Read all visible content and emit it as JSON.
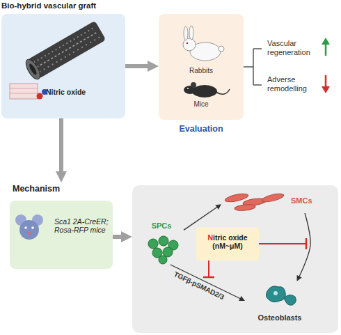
{
  "diagram": {
    "nodes": [
      {
        "text": [
          "Bio-hybrid vascular graft",
          "Nitric oxide"
        ]
      },
      {
        "text": [
          "Rabbits",
          "Mice",
          "Evaluation"
        ]
      },
      {
        "text": [
          "Mechanism",
          "Sca1 2A-CreER; Rosa-RFP mice"
        ]
      },
      {
        "text": []
      },
      {
        "text": [
          "SPCs"
        ],
        "in": 3
      },
      {
        "text": [
          "SMCs"
        ],
        "in": 3
      },
      {
        "text": [
          "Nitric oxide (nM~μM)"
        ],
        "in": 3
      },
      {
        "text": [
          "Osteoblasts"
        ],
        "in": 3
      }
    ],
    "edges": [
      {
        "from": 0,
        "to": 1,
        "arrow": "to"
      },
      {
        "from": 0,
        "to": 2,
        "arrow": "to"
      },
      {
        "from": 2,
        "to": 3,
        "arrow": "to"
      },
      {
        "from": 4,
        "to": 5,
        "arrow": "to"
      },
      {
        "from": 5,
        "to": 7,
        "arrow": "to"
      },
      {
        "from": 4,
        "to": 7,
        "label": "TGFβ-pSMAD2/3",
        "arrow": "to"
      }
    ],
    "labels": [
      "Vascular regeneration",
      "Adverse remodelling"
    ]
  }
}
